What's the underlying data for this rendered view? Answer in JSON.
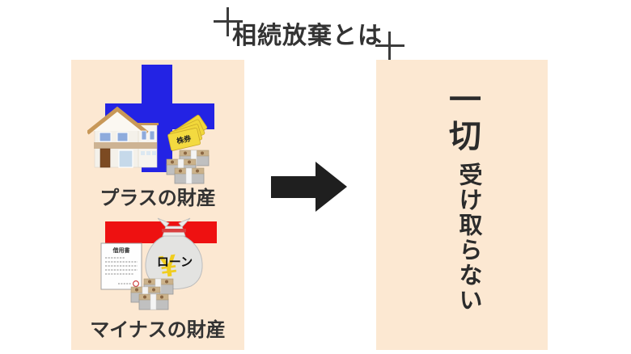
{
  "title": "相続放棄とは",
  "panels": {
    "assets": {
      "plus_label": "プラスの財産",
      "minus_label": "マイナスの財産",
      "stock_certificate_text": "株券",
      "loan_bag_text": "ローン",
      "yen_symbol": "¥",
      "iou_document_title": "借用書"
    },
    "result": {
      "primary_text": "一切",
      "secondary_text": "受け取らない"
    }
  },
  "colors": {
    "panel_background": "#fce8d2",
    "plus_blue": "#2323e4",
    "minus_red": "#ee1111",
    "arrow_black": "#1f1f1f",
    "text_dark": "#333333"
  }
}
